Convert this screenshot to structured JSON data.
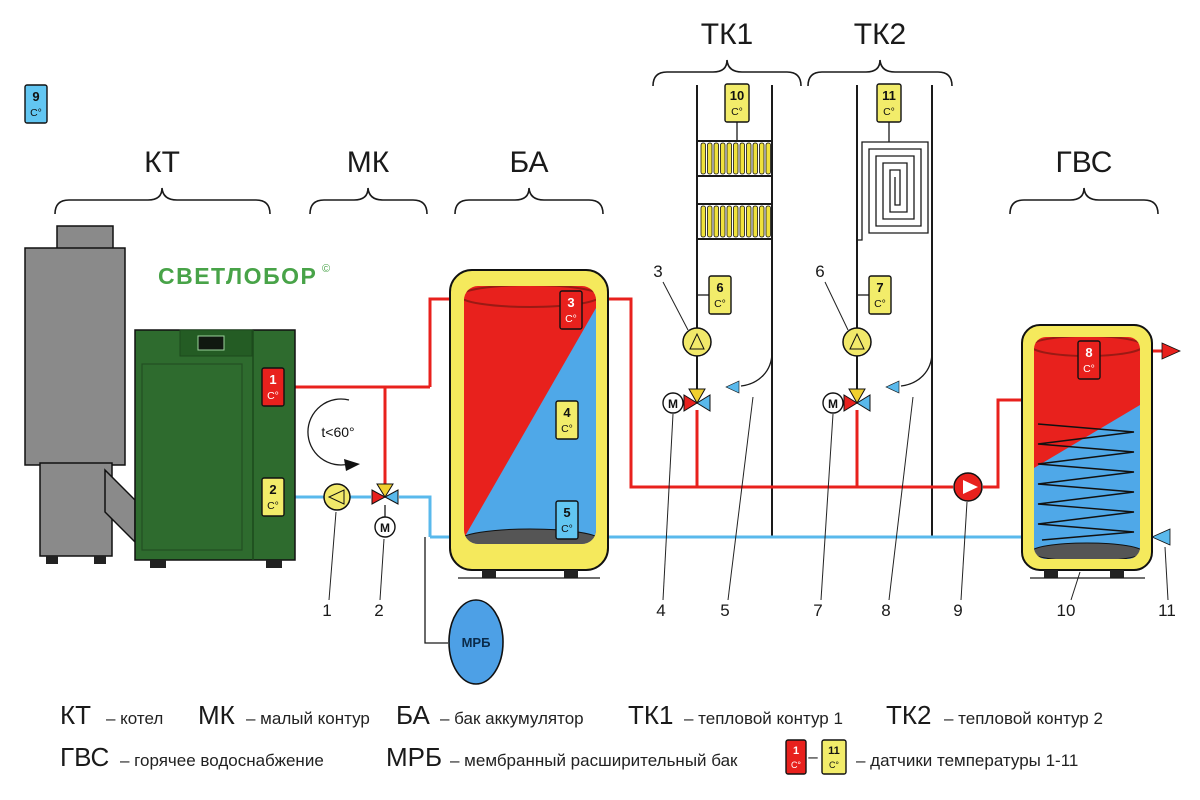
{
  "diagram": {
    "section_labels": {
      "kt": "КТ",
      "mk": "МК",
      "ba": "БА",
      "tk1": "ТК1",
      "tk2": "ТК2",
      "gvs": "ГВС"
    },
    "brand": "СВЕТЛОБОР",
    "brand_mark": "©",
    "temp_limit_note": "t<60°",
    "mrb_label": "МРБ",
    "motor_label": "М",
    "sensor_unit": "С°",
    "sensors": {
      "s1": "1",
      "s2": "2",
      "s3": "3",
      "s4": "4",
      "s5": "5",
      "s6": "6",
      "s7": "7",
      "s8": "8",
      "s9": "9",
      "s10": "10",
      "s11": "11"
    },
    "callouts": {
      "c1": "1",
      "c2": "2",
      "c3": "3",
      "c4": "4",
      "c5": "5",
      "c6": "6",
      "c7": "7",
      "c8": "8",
      "c9": "9",
      "c10": "10",
      "c11": "11"
    }
  },
  "legend": {
    "entries": [
      {
        "abbr": "КТ",
        "desc": "– котел"
      },
      {
        "abbr": "МК",
        "desc": "– малый контур"
      },
      {
        "abbr": "БА",
        "desc": "– бак аккумулятор"
      },
      {
        "abbr": "ТК1",
        "desc": "– тепловой контур 1"
      },
      {
        "abbr": "ТК2",
        "desc": "– тепловой контур 2"
      },
      {
        "abbr": "ГВС",
        "desc": "– горячее водоснабжение"
      },
      {
        "abbr": "МРБ",
        "desc": "– мембранный расширительный бак"
      }
    ],
    "sensors_entry": {
      "first": "1",
      "last": "11",
      "unit": "С°",
      "dash": "–",
      "desc": "– датчики температуры 1-11"
    }
  },
  "colors": {
    "hot": "#e8211d",
    "cold": "#59b9ec",
    "sensor_yellow": "#f2ec6a",
    "sensor_blue": "#62c6f2",
    "tank_yellow": "#f5e95c",
    "boiler_green": "#2e6b2e",
    "brand_green": "#48a348",
    "gray": "#8a8a8a",
    "expansion_blue": "#4da0e6"
  }
}
